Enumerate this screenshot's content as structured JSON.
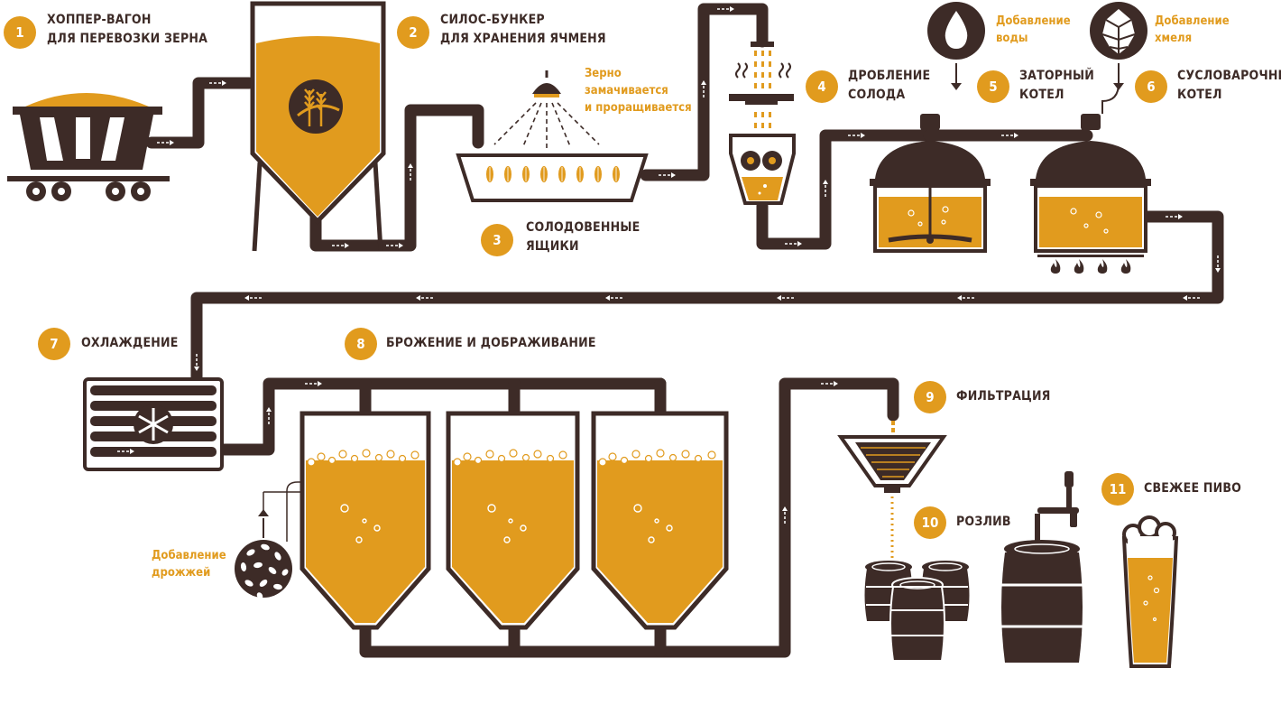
{
  "colors": {
    "dark": "#3D2B27",
    "amber": "#E19B1E",
    "white": "#ffffff"
  },
  "steps": [
    {
      "num": "1",
      "line1": "Хоппер-вагон",
      "line2": "для перевозки зерна"
    },
    {
      "num": "2",
      "line1": "Силос-бункер",
      "line2": "для хранения ячменя"
    },
    {
      "num": "3",
      "line1": "Солодовенные",
      "line2": "ящики"
    },
    {
      "num": "4",
      "line1": "Дробление",
      "line2": "солода"
    },
    {
      "num": "5",
      "line1": "Заторный",
      "line2": "котел"
    },
    {
      "num": "6",
      "line1": "Сусловарочный",
      "line2": "котел"
    },
    {
      "num": "7",
      "line1": "Охлаждение",
      "line2": ""
    },
    {
      "num": "8",
      "line1": "Брожение и дображивание",
      "line2": ""
    },
    {
      "num": "9",
      "line1": "Фильтрация",
      "line2": ""
    },
    {
      "num": "10",
      "line1": "Розлив",
      "line2": ""
    },
    {
      "num": "11",
      "line1": "Свежее пиво",
      "line2": ""
    }
  ],
  "notes": {
    "grain_line1": "Зерно",
    "grain_line2": "замачивается",
    "grain_line3": "и проращивается",
    "water_line1": "Добавление",
    "water_line2": "воды",
    "hops_line1": "Добавление",
    "hops_line2": "хмеля",
    "yeast_line1": "Добавление",
    "yeast_line2": "дрожжей"
  },
  "icons": [
    "wheat-icon",
    "water-drop-icon",
    "hop-cone-icon",
    "snowflake-icon",
    "flame-icon",
    "gear-icon",
    "yeast-ball-icon",
    "keg-icon",
    "beer-glass-icon",
    "shower-lamp-icon",
    "sprout-icon"
  ]
}
